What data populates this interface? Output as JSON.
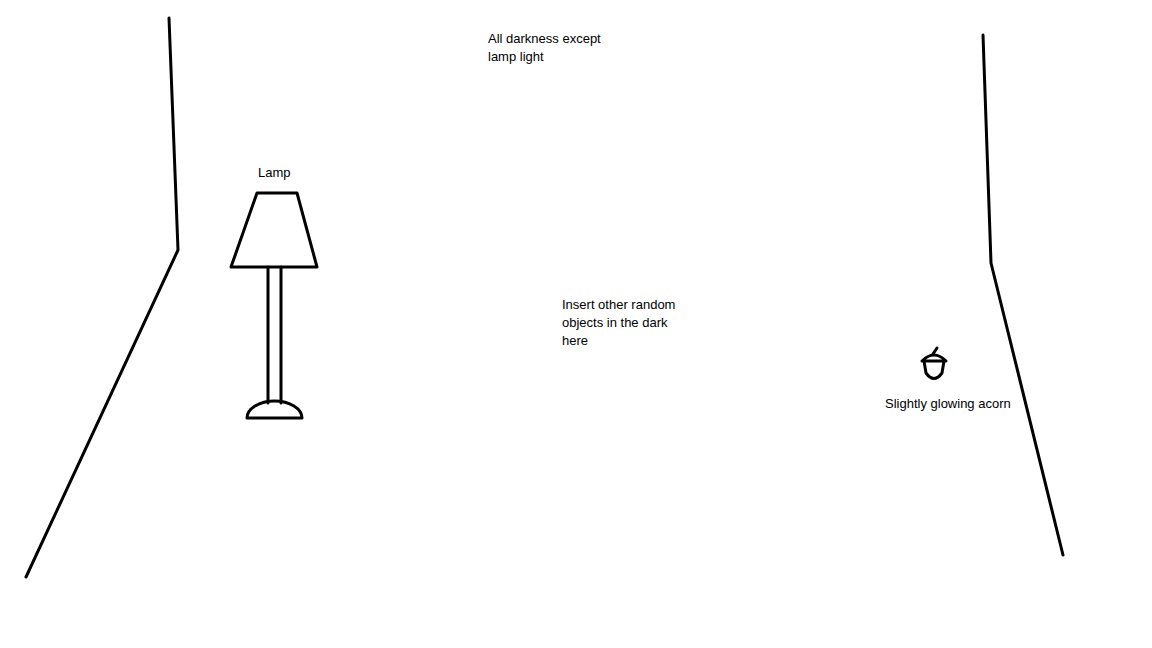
{
  "diagram": {
    "labels": [
      "All darkness except lamp light",
      "Lamp",
      "Insert other random objects in the dark here",
      "Slightly glowing acorn"
    ]
  }
}
